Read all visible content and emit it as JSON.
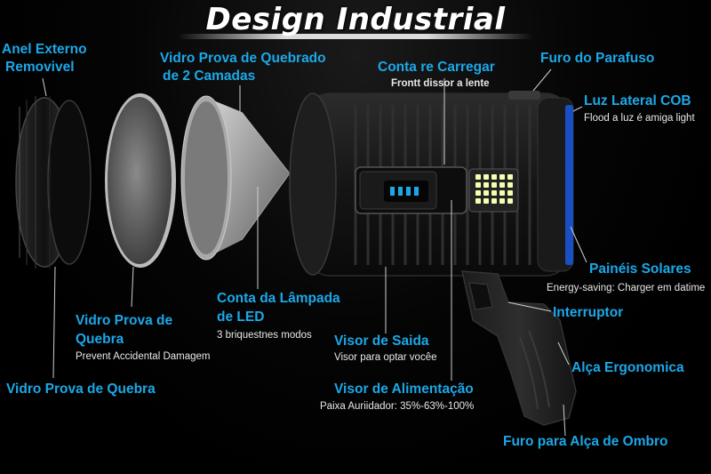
{
  "title": "Design Industrial",
  "labels": {
    "anel_externo_line1": "Anel Externo",
    "anel_externo_line2": "Removivel",
    "vidro_quebrado_line1": "Vidro Prova de Quebrado",
    "vidro_quebrado_line2": "de 2 Camadas",
    "conta_carregar": "Conta re Carregar",
    "conta_carregar_sub": "Frontt dissor a lente",
    "furo_parafuso": "Furo do Parafuso",
    "luz_lateral": "Luz Lateral COB",
    "luz_lateral_sub": "Flood a luz é amiga light",
    "paineis_solares": "Painéis Solares",
    "paineis_solares_sub": "Energy-saving: Charger em datime",
    "interruptor": "Interruptor",
    "alca_ergonomica": "Alça Ergonomica",
    "furo_alca": "Furo para Alça de Ombro",
    "conta_lampada_line1": "Conta da Lâmpada",
    "conta_lampada_line2": "de LED",
    "conta_lampada_sub": "3 briquestnes modos",
    "visor_saida": "Visor de Saida",
    "visor_saida_sub": "Visor para optar vocêe",
    "visor_alimentacao": "Visor de Alimentação",
    "visor_alimentacao_sub": "Paixa Auriidador: 35%-63%-100%",
    "vidro_prova_quebra_line1": "Vidro Prova de",
    "vidro_prova_quebra_line2": "Quebra",
    "vidro_prova_quebra_sub": "Prevent Accidental Damagem",
    "vidro_prova_quebra_bottom": "Vidro Prova de Quebra"
  },
  "colors": {
    "label": "#1ca8e8",
    "subtext": "#e8e8e8",
    "cob_blue": "#1a4fc4",
    "led": "#f4ffb0"
  }
}
